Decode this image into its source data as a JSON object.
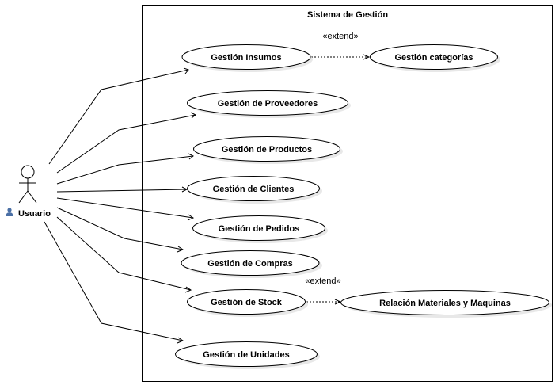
{
  "system": {
    "title": "Sistema de Gestión"
  },
  "actor": {
    "name": "Usuario",
    "icon": "user-icon"
  },
  "stereotype": "«extend»",
  "use_cases": [
    {
      "id": "insumos",
      "label": "Gestión Insumos"
    },
    {
      "id": "categorias",
      "label": "Gestión categorías"
    },
    {
      "id": "proveedores",
      "label": "Gestión de Proveedores"
    },
    {
      "id": "productos",
      "label": "Gestión de Productos"
    },
    {
      "id": "clientes",
      "label": "Gestión de Clientes"
    },
    {
      "id": "pedidos",
      "label": "Gestión de Pedidos"
    },
    {
      "id": "compras",
      "label": "Gestión de Compras"
    },
    {
      "id": "stock",
      "label": "Gestión de Stock"
    },
    {
      "id": "relacion",
      "label": "Relación Materiales y Maquinas"
    },
    {
      "id": "unidades",
      "label": "Gestión de Unidades"
    }
  ],
  "extends": [
    {
      "from": "insumos",
      "to": "categorias"
    },
    {
      "from": "stock",
      "to": "relacion"
    }
  ]
}
